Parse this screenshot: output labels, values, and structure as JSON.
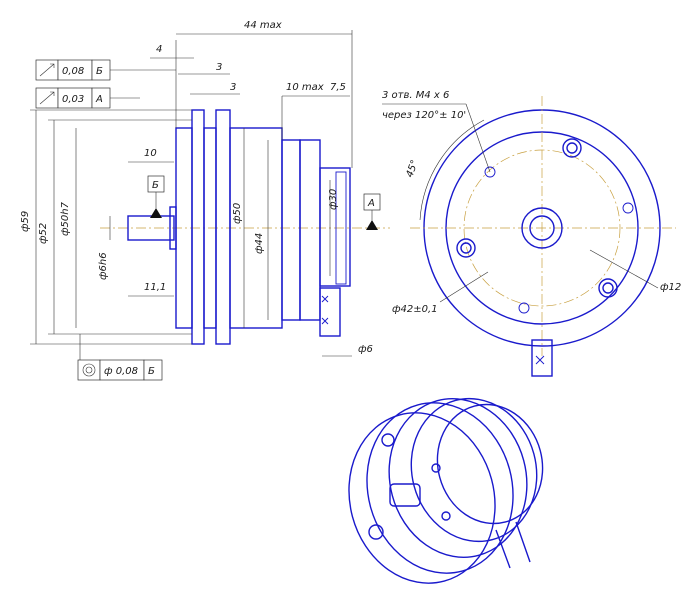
{
  "dimensions": {
    "total_length": "44 max",
    "flange_4": "4",
    "gap_3a": "3",
    "gap_3b": "3",
    "body_10max": "10 max",
    "shaft_75": "7,5",
    "shaft_len_10": "10",
    "shaft_len_111": "11,1",
    "dia_59": "ф59",
    "dia_52": "ф52",
    "dia_50h7": "ф50h7",
    "dia_6h6": "ф6h6",
    "dia_50": "ф50",
    "dia_44": "ф44",
    "dia_30": "ф30",
    "dia_6": "ф6",
    "holes_line1": "3 отв. М4 x 6",
    "holes_line2": "через 120°± 10'",
    "angle_45": "45°",
    "dia_42": "ф42±0,1",
    "dia_12": "ф12"
  },
  "tolerance_frames": [
    {
      "symbol": "runout",
      "value": "0,08",
      "datum": "Б"
    },
    {
      "symbol": "runout",
      "value": "0,03",
      "datum": "А"
    },
    {
      "symbol": "concentricity",
      "value": "ф 0,08",
      "datum": "Б"
    }
  ],
  "datums": {
    "b": "Б",
    "a": "А"
  },
  "colors": {
    "part_outline": "#1a1acc",
    "centerline": "#c8a040",
    "dimension": "#333333"
  }
}
